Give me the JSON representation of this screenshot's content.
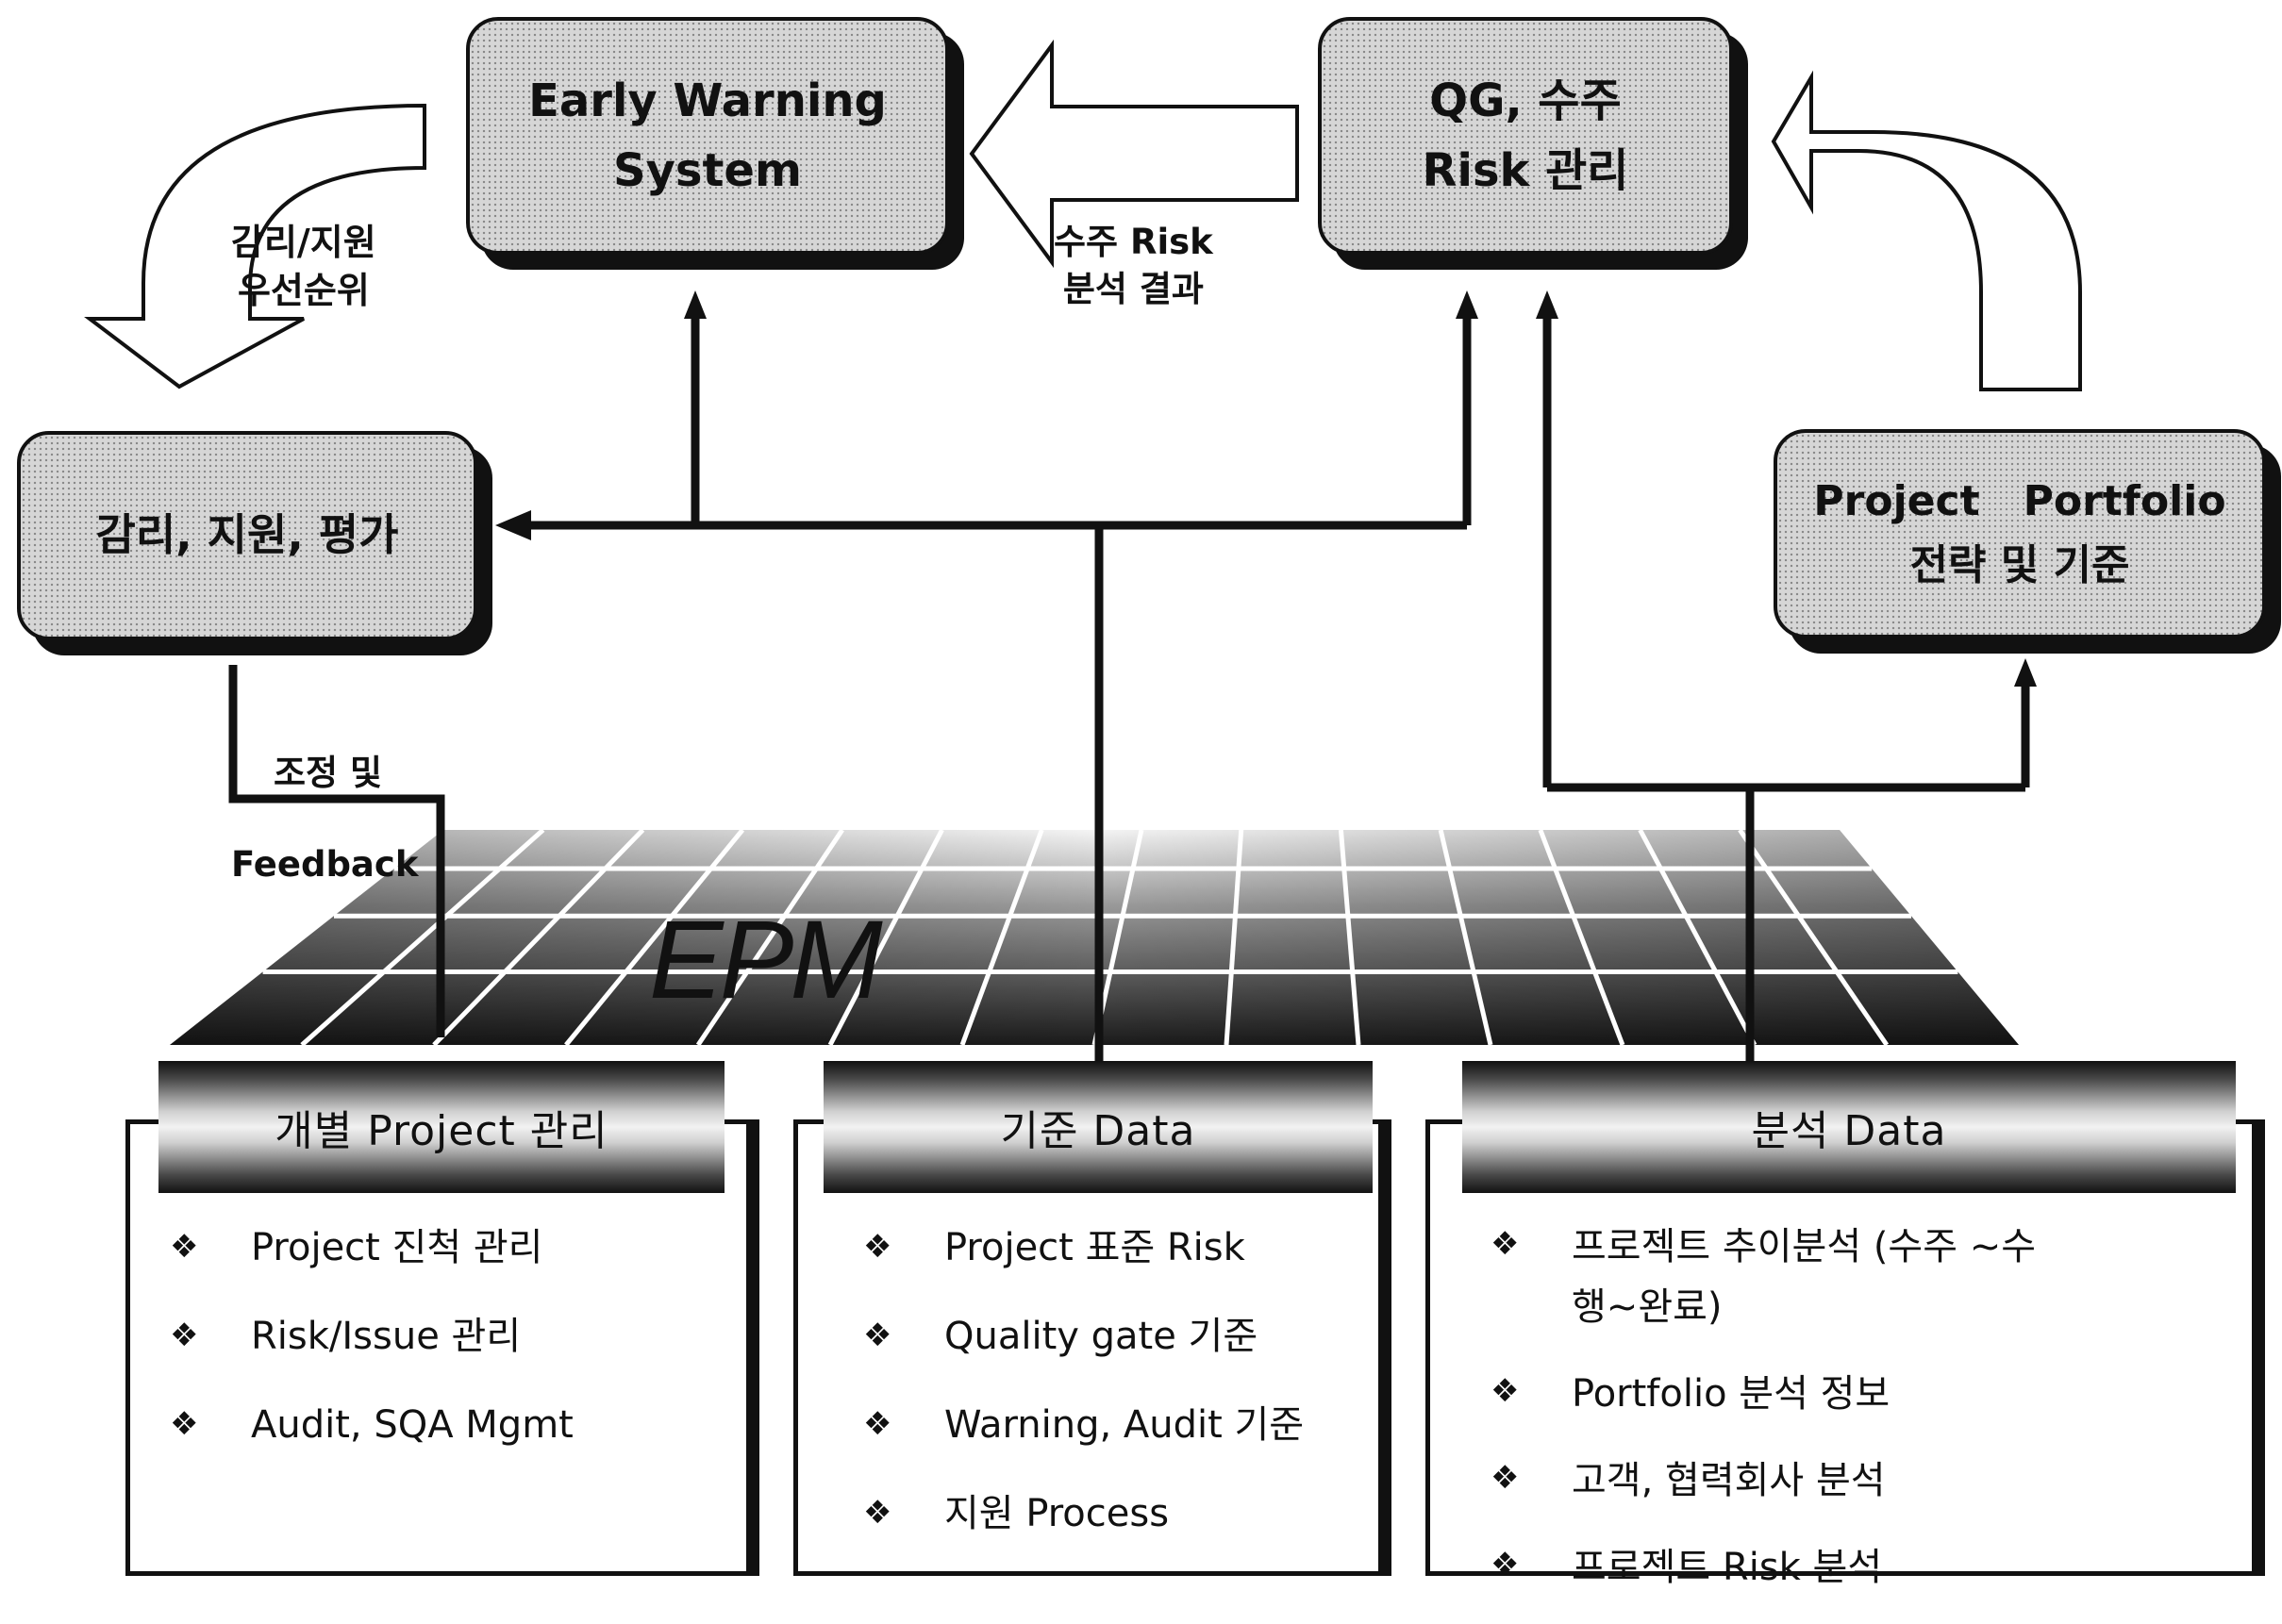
{
  "boxes": {
    "early_warning": {
      "line1": "Early Warning",
      "line2": "System"
    },
    "qg_risk": {
      "line1": "QG, 수주",
      "line2": "Risk 관리"
    },
    "audit_support": {
      "line1": "감리, 지원, 평가"
    },
    "portfolio": {
      "line1": "Project   Portfolio",
      "line2": "전략 및 기준"
    }
  },
  "labels": {
    "priority": {
      "line1": "감리/지원",
      "line2": "우선순위"
    },
    "risk_result": {
      "line1": "수주 Risk",
      "line2": "분석 결과"
    },
    "feedback": {
      "line1": "조정 및",
      "line2": "Feedback"
    }
  },
  "platform": {
    "title": "EPM"
  },
  "panels": [
    {
      "title": "개별 Project 관리",
      "items": [
        "Project 진척 관리",
        "Risk/Issue 관리",
        "Audit, SQA Mgmt"
      ]
    },
    {
      "title": "기준 Data",
      "items": [
        "Project 표준 Risk",
        "Quality gate 기준",
        "Warning, Audit 기준",
        "지원 Process"
      ]
    },
    {
      "title": "분석 Data",
      "items": [
        "프로젝트 추이분석 (수주 ~수행~완료)",
        "Portfolio 분석 정보",
        "고객, 협력회사 분석",
        "프로젝트 Risk 분석"
      ]
    }
  ],
  "bullet": "❖"
}
